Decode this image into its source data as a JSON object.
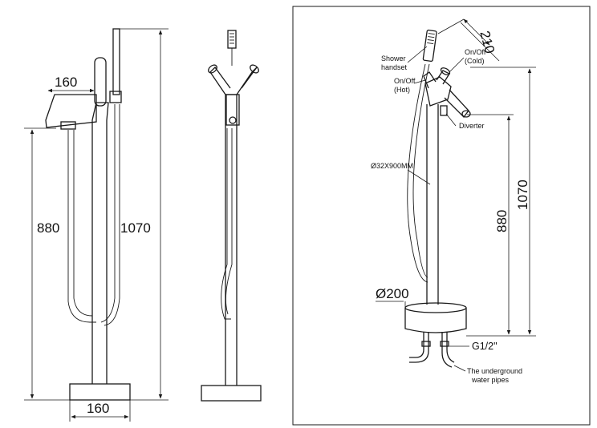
{
  "left_view": {
    "dim_width_top": "160",
    "dim_height_spout": "880",
    "dim_height_total": "1070",
    "dim_width_base": "160"
  },
  "right_view": {
    "dim_spread": "210",
    "dim_total": "1070",
    "dim_spout": "880",
    "dim_base_dia": "Ø200",
    "labels": {
      "shower_l1": "Shower",
      "shower_l2": "handset",
      "cold_l1": "On/Off",
      "cold_l2": "(Cold)",
      "hot_l1": "On/Off",
      "hot_l2": "(Hot)",
      "diverter": "Diverter",
      "tube": "Ø32X900MM",
      "thread": "G1/2\"",
      "pipes_l1": "The underground",
      "pipes_l2": "water pipes"
    }
  }
}
